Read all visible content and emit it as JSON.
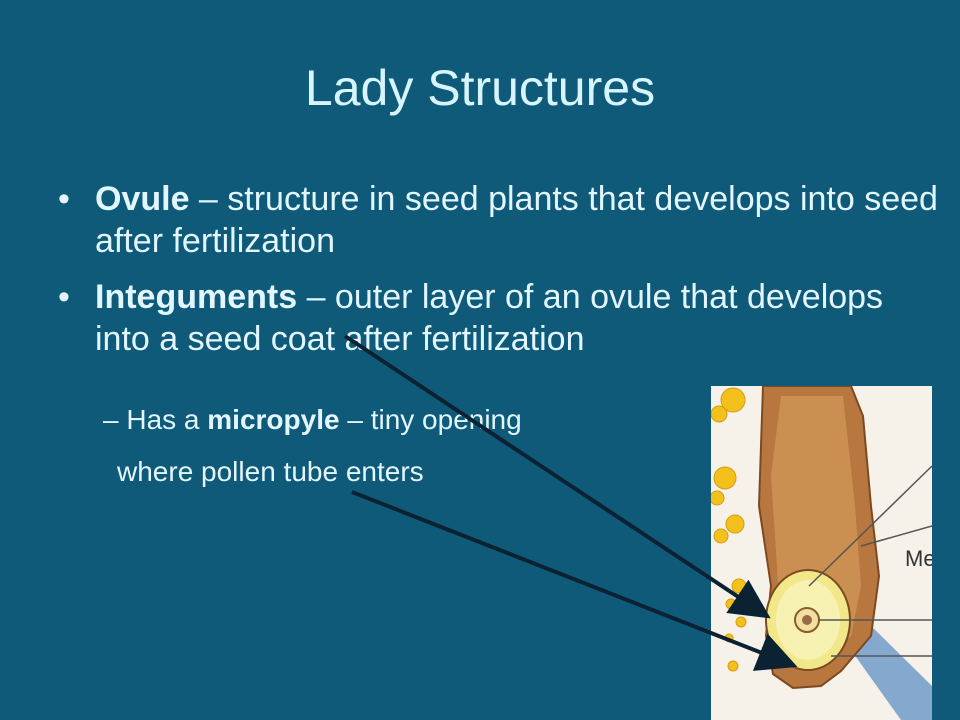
{
  "slide": {
    "title": "Lady Structures",
    "bullets": [
      {
        "marker": "•",
        "term": "Ovule",
        "text": " – structure in seed plants that develops into seed after fertilization"
      },
      {
        "marker": "•",
        "term": "Integuments",
        "text": " – outer layer of an ovule that develops into a seed coat after fertilization"
      }
    ],
    "sub": {
      "prefix": "– Has a ",
      "term": "micropyle",
      "text": " – tiny opening",
      "continuation": "where pollen tube enters"
    },
    "figure": {
      "label": "Me"
    }
  },
  "colors": {
    "background": "#0f5a78",
    "title": "#d7f5ff",
    "text": "#e2f6ff",
    "arrow": "#0b2233"
  }
}
